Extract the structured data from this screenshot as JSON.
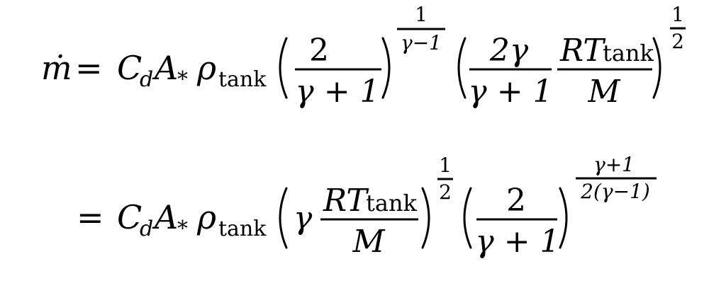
{
  "equation": {
    "line1": {
      "lhs": "ṁ",
      "eq": "=",
      "cd_C": "C",
      "cd_sub": "d",
      "a_A": "A",
      "a_sub": "*",
      "rho": "ρ",
      "rho_sub": "tank",
      "frac1_num": "2",
      "frac1_den": "γ + 1",
      "exp1_num": "1",
      "exp1_den": "γ−1",
      "frac2_num": "2γ",
      "frac2_den": "γ + 1",
      "frac3_num_R": "RT",
      "frac3_num_sub": "tank",
      "frac3_den": "M",
      "exp2_num": "1",
      "exp2_den": "2"
    },
    "line2": {
      "eq": "=",
      "cd_C": "C",
      "cd_sub": "d",
      "a_A": "A",
      "a_sub": "*",
      "rho": "ρ",
      "rho_sub": "tank",
      "gamma": "γ",
      "frac1_num_R": "RT",
      "frac1_num_sub": "tank",
      "frac1_den": "M",
      "exp1_num": "1",
      "exp1_den": "2",
      "frac2_num": "2",
      "frac2_den": "γ + 1",
      "exp2_num": "γ+1",
      "exp2_den": "2(γ−1)"
    }
  }
}
